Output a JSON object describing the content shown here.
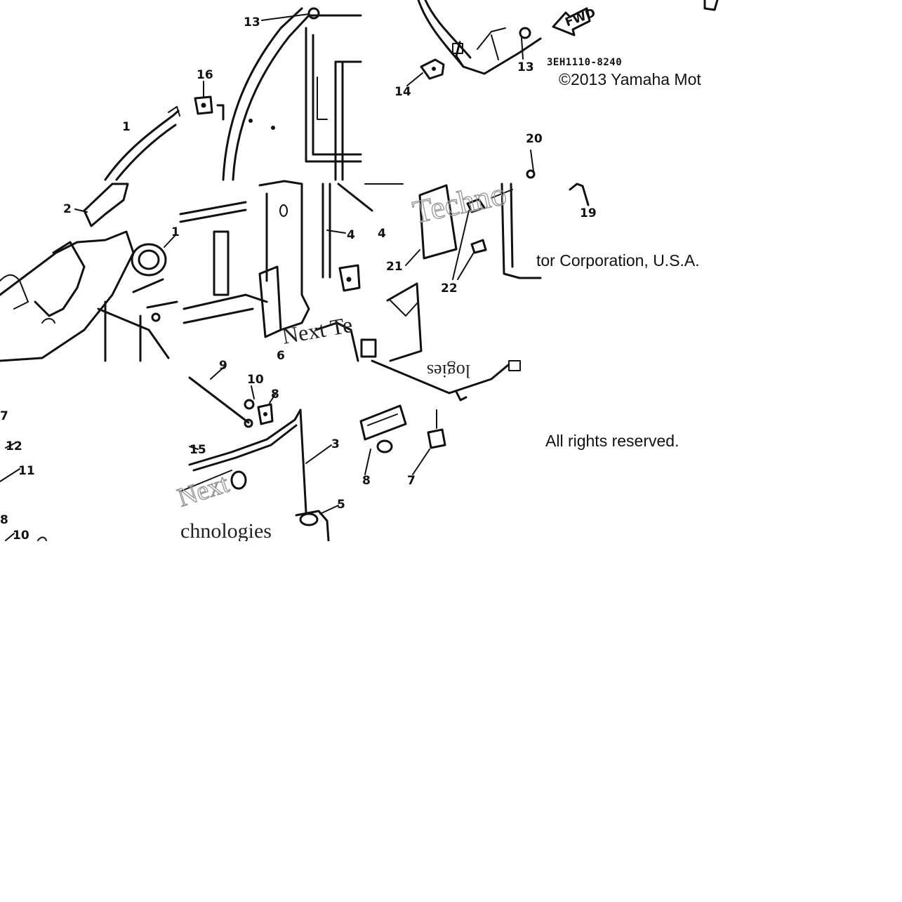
{
  "diagram": {
    "part_code": "3EH1110-8240",
    "fwd_label": "FWD",
    "copyright_line1": "©2013 Yamaha Mot",
    "copyright_line2": "tor Corporation, U.S.A.",
    "copyright_line3": "All rights reserved.",
    "watermark_fragments": [
      "Techno",
      "Next Te",
      "chnologies",
      "Next",
      "logies"
    ]
  },
  "callouts": [
    "1",
    "1",
    "2",
    "3",
    "4",
    "4",
    "5",
    "6",
    "7",
    "7",
    "8",
    "8",
    "8",
    "9",
    "10",
    "10",
    "11",
    "12",
    "13",
    "13",
    "14",
    "15",
    "16",
    "19",
    "20",
    "21",
    "22"
  ]
}
